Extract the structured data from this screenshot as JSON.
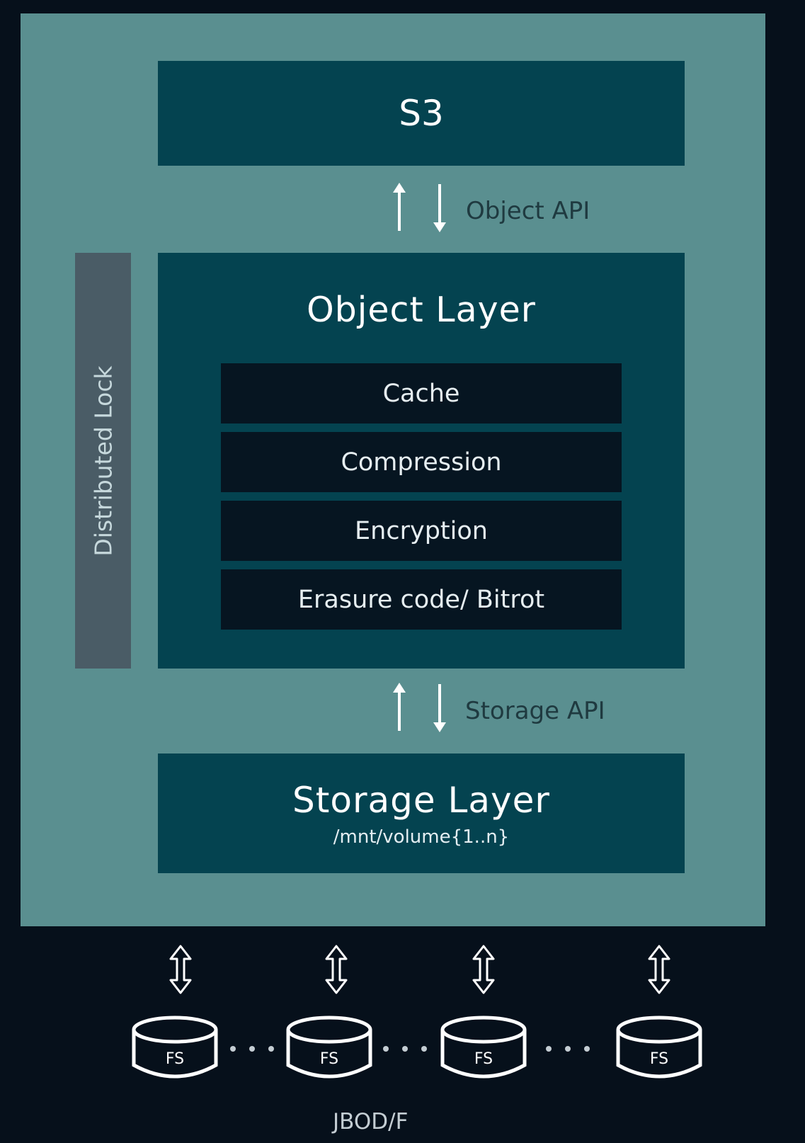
{
  "s3": {
    "title": "S3"
  },
  "object_api": {
    "label": "Object API"
  },
  "object_layer": {
    "title": "Object Layer",
    "components": [
      "Cache",
      "Compression",
      "Encryption",
      "Erasure code/ Bitrot"
    ]
  },
  "distributed_lock": {
    "label": "Distributed Lock"
  },
  "storage_api": {
    "label": "Storage API"
  },
  "storage_layer": {
    "title": "Storage Layer",
    "path": "/mnt/volume{1..n}"
  },
  "disks": [
    {
      "label": "FS"
    },
    {
      "label": "FS"
    },
    {
      "label": "FS"
    },
    {
      "label": "FS"
    }
  ],
  "footer": {
    "label": "JBOD/F"
  },
  "colors": {
    "background": "#06101b",
    "panel": "#5a8f90",
    "layer": "#044350",
    "sublayer": "#061521",
    "lock": "#4a5c66"
  }
}
